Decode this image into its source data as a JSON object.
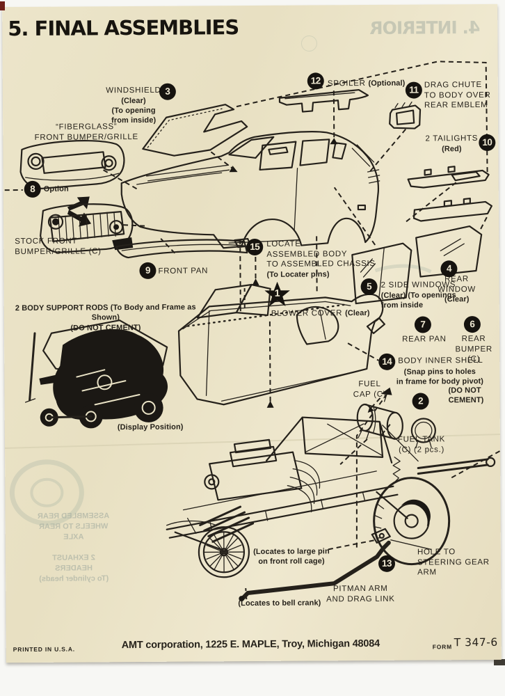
{
  "page": {
    "title": "5. FINAL ASSEMBLIES"
  },
  "colors": {
    "paper": "#eae3c6",
    "ink": "#25211b",
    "ghost": "#93a098",
    "badge_bg": "#16130f"
  },
  "labels": {
    "windshield": {
      "num": "3",
      "name": "WINDSHIELD",
      "note": "(Clear)\n(To opening\nfrom inside)"
    },
    "spoiler": {
      "num": "12",
      "name": "SPOILER ",
      "note": "(Optional)"
    },
    "drag_chute": {
      "num": "11",
      "name": "DRAG CHUTE\nTO BODY OVER\nREAR EMBLEM"
    },
    "taillights": {
      "num": "10",
      "name": "2 TAILIGHTS",
      "note": "(Red)"
    },
    "fiberglass_bumper": {
      "name": "“FIBERGLASS”\nFRONT BUMPER/GRILLE"
    },
    "option": {
      "num": "8",
      "note": "Option"
    },
    "stock_bumper": {
      "name": "STOCK FRONT\nBUMPER/GRILLE (C)"
    },
    "front_pan": {
      "num": "9",
      "name": "FRONT PAN"
    },
    "locate_body": {
      "num": "15",
      "name": "LOCATE\nASSEMBLED BODY\nTO ASSEMBLED CHASSIS",
      "note": "(To Locater pins)"
    },
    "blower": {
      "num": "1",
      "name": "BLOWER COVER ",
      "note": "(Clear)"
    },
    "side_windows": {
      "num": "5",
      "name": "2 SIDE WINDOWS",
      "note": "(Clear) (To openings\nfrom inside"
    },
    "rear_window": {
      "num": "4",
      "name": "REAR\nWINDOW",
      "note": "(Clear)"
    },
    "rear_pan": {
      "num": "7",
      "name": "REAR PAN"
    },
    "rear_bumper": {
      "num": "6",
      "name": "REAR\nBUMPER (C)"
    },
    "support_rods": {
      "note": "2 BODY SUPPORT RODS (To Body and Frame as Shown)",
      "note2": "(DO NOT CEMENT)"
    },
    "display_position": {
      "note": "(Display Position)"
    },
    "inner_shell": {
      "num": "14",
      "name": "BODY INNER SHELL",
      "note": "(Snap pins to holes\nin frame for body pivot)",
      "note2": "(DO NOT\nCEMENT)"
    },
    "fuel_cap": {
      "name": "FUEL\nCAP (C)"
    },
    "fuel_tank": {
      "num": "2",
      "name": "FUEL TANK\n(C) (2 pcs.)"
    },
    "locate_pin": {
      "note": "(Locates to large pin\non front roll cage)"
    },
    "steering_hole": {
      "num": "13",
      "name": "HOLE TO\nSTEERING GEAR ARM"
    },
    "pitman": {
      "name": "PITMAN ARM\nAND DRAG LINK"
    },
    "bell_crank": {
      "note": "(Locates to bell crank)"
    }
  },
  "footer": {
    "printed": "PRINTED IN U.S.A.",
    "address": "AMT corporation, 1225 E. MAPLE, Troy, Michigan 48084",
    "form_label": "FORM",
    "form_number": "T 347-6"
  },
  "bleedthrough": {
    "header": "4. INTERIOR",
    "note1": "ASSEMBLED REAR\nWHEELS TO REAR\nAXLE",
    "note2": "2 EXHAUST\nHEADERS\n(To cylinder heads)"
  }
}
